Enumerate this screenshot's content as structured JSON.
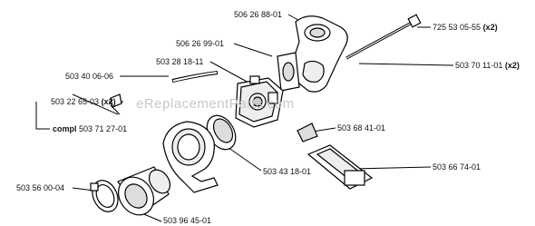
{
  "watermark": "eReplacementParts.com",
  "parts": {
    "p1": "506 26 88-01",
    "p2": "725 53 05-55",
    "p2_qty": "(x2)",
    "p3": "506 26 99-01",
    "p4": "503 28 18-11",
    "p5": "503 70 11-01",
    "p5_qty": "(x2)",
    "p6": "503 40 06-06",
    "p7": "503 22 65-03",
    "p7_qty": "(x2)",
    "p8_prefix": "compl",
    "p8": "503 71 27-01",
    "p9": "503 68 41-01",
    "p10": "503 43 18-01",
    "p11": "503 66 74-01",
    "p12": "503 56 00-04",
    "p13": "503 96 45-01"
  }
}
